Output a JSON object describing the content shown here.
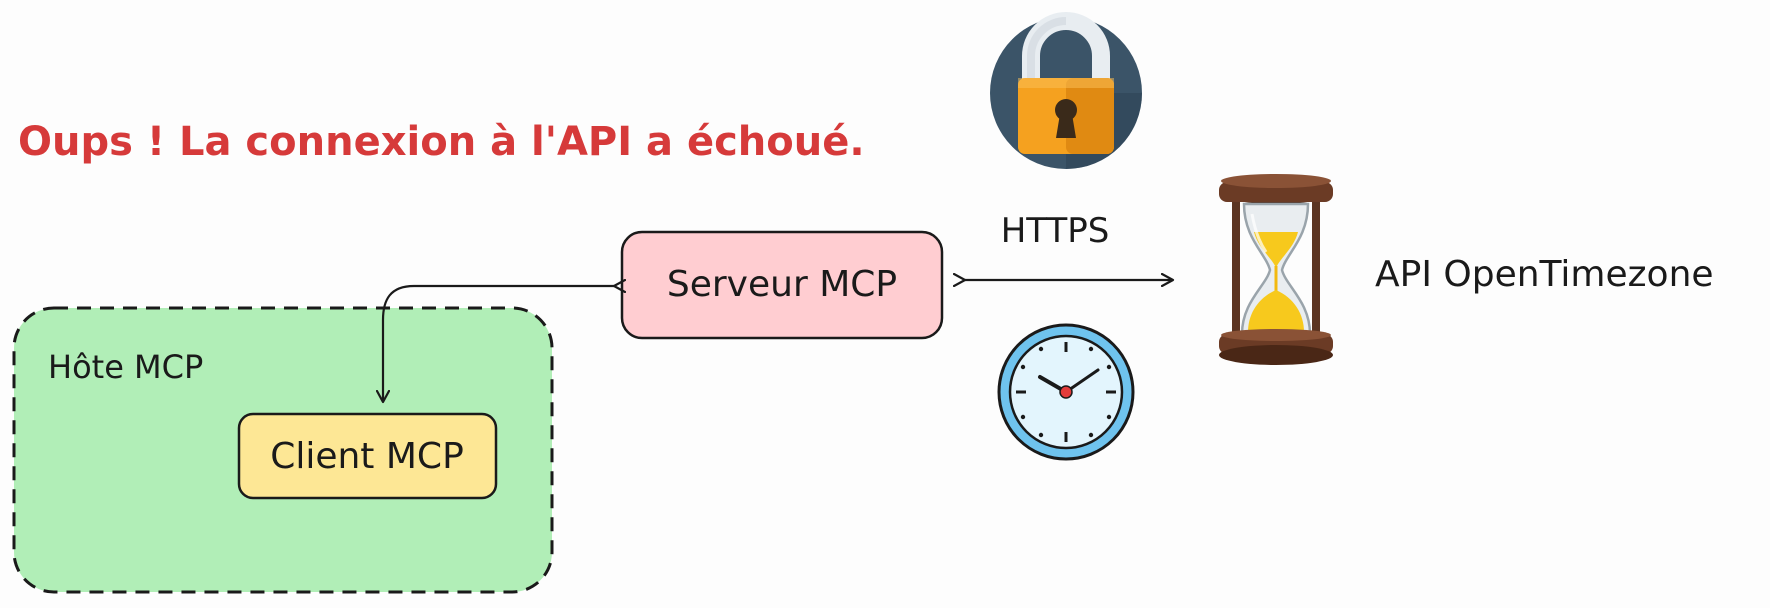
{
  "error_message": "Oups ! La connexion à l'API a échoué.",
  "host": {
    "label": "Hôte MCP"
  },
  "client": {
    "label": "Client MCP"
  },
  "server": {
    "label": "Serveur MCP"
  },
  "protocol": {
    "label": "HTTPS"
  },
  "api": {
    "label": "API OpenTimezone"
  },
  "colors": {
    "error_text": "#d63a3a",
    "host_fill": "#b1eeb7",
    "client_fill": "#fde795",
    "server_fill": "#ffcdd1",
    "lock_bg": "#3b5468",
    "lock_body": "#f5a11f",
    "clock_ring": "#6fc3ee",
    "clock_face": "#e3f5fd",
    "hourglass_wood": "#6b3b25",
    "hourglass_sand": "#f7c91d"
  },
  "icons": [
    "padlock-icon",
    "hourglass-icon",
    "clock-icon"
  ]
}
